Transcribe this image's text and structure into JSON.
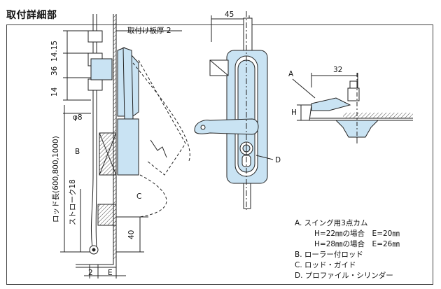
{
  "title": "取付詳細部",
  "labels": {
    "plate": "取付け板厚 2",
    "dim_14_15": "14.15",
    "dim_36": "36",
    "dim_14": "14",
    "rod_length": "ロッド長(600,800,1000)",
    "dia8": "φ8",
    "stroke": "ストローク18",
    "B": "B",
    "C": "C",
    "dim_40": "40",
    "dim_2": "2",
    "E": "E",
    "dim_45": "45",
    "D": "D",
    "A": "A",
    "dim_32": "32",
    "H": "H"
  },
  "legend": [
    "A. スイング用3点カム",
    "H=22㎜の場合　E=20㎜",
    "H=28㎜の場合　E=26㎜",
    "B. ローラー付ロッド",
    "C. ロッド・ガイド",
    "D. プロファイル・シリンダー"
  ],
  "colors": {
    "part_fill": "#c9e3f3",
    "line": "#222222"
  }
}
